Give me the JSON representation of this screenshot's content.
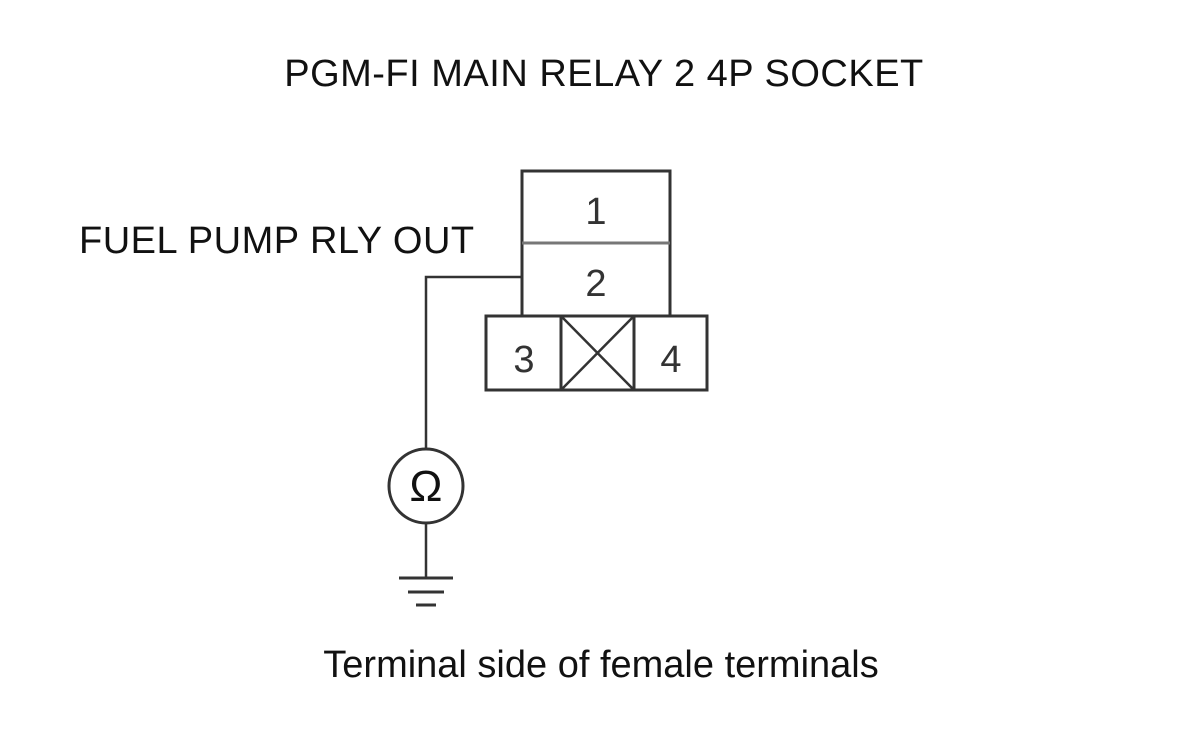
{
  "title": "PGM-FI MAIN RELAY 2 4P SOCKET",
  "wire_label": "FUEL PUMP RLY OUT",
  "footer": "Terminal side of female terminals",
  "terminals": {
    "t1": "1",
    "t2": "2",
    "t3": "3",
    "t4": "4"
  },
  "meter_symbol": "Ω",
  "icons": {
    "meter": "ohmmeter-icon",
    "ground": "ground-icon",
    "blocked_cavity": "x-cavity-icon"
  },
  "colors": {
    "line": "#333333",
    "divider": "#777777",
    "text": "#111111",
    "background": "#ffffff"
  }
}
